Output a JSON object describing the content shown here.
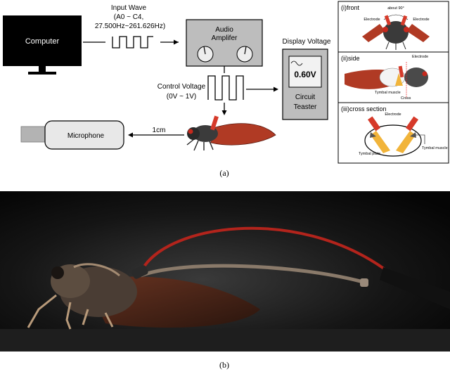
{
  "computer": {
    "label": "Computer"
  },
  "input_wave": {
    "line1": "Input Wave",
    "line2": "(A0 ~ C4,",
    "line3": "27.500Hz~261.626Hz)"
  },
  "amplifier": {
    "line1": "Audio",
    "line2": "Amplifer"
  },
  "control_voltage": {
    "line1": "Control Voltage",
    "line2": "(0V ~ 1V)"
  },
  "display_voltage": {
    "label": "Display Voltage"
  },
  "tester": {
    "reading": "0.60V",
    "line1": "Circuit",
    "line2": "Teaster"
  },
  "microphone": {
    "label": "Microphone"
  },
  "distance": {
    "label": "1cm"
  },
  "panels": {
    "front": {
      "title": "(i)front",
      "angle": "about 90°",
      "electrode_left": "Electrode",
      "electrode_right": "Electrode"
    },
    "side": {
      "title": "(ii)side",
      "electrode": "Electrode",
      "tymbal_muscle": "Tymbal muscle",
      "cross": "Cross"
    },
    "cross_section": {
      "title": "(iii)cross section",
      "electrode": "Electrode",
      "tymbal_muscle": "Tymbal muscle",
      "tymbal_plate": "Tymbal plate"
    }
  },
  "captions": {
    "a": "(a)",
    "b": "(b)"
  },
  "colors": {
    "insect_wing": "#b03a24",
    "electrode": "#d63a2a",
    "muscle": "#f1b43a",
    "monitor": "#000000"
  }
}
